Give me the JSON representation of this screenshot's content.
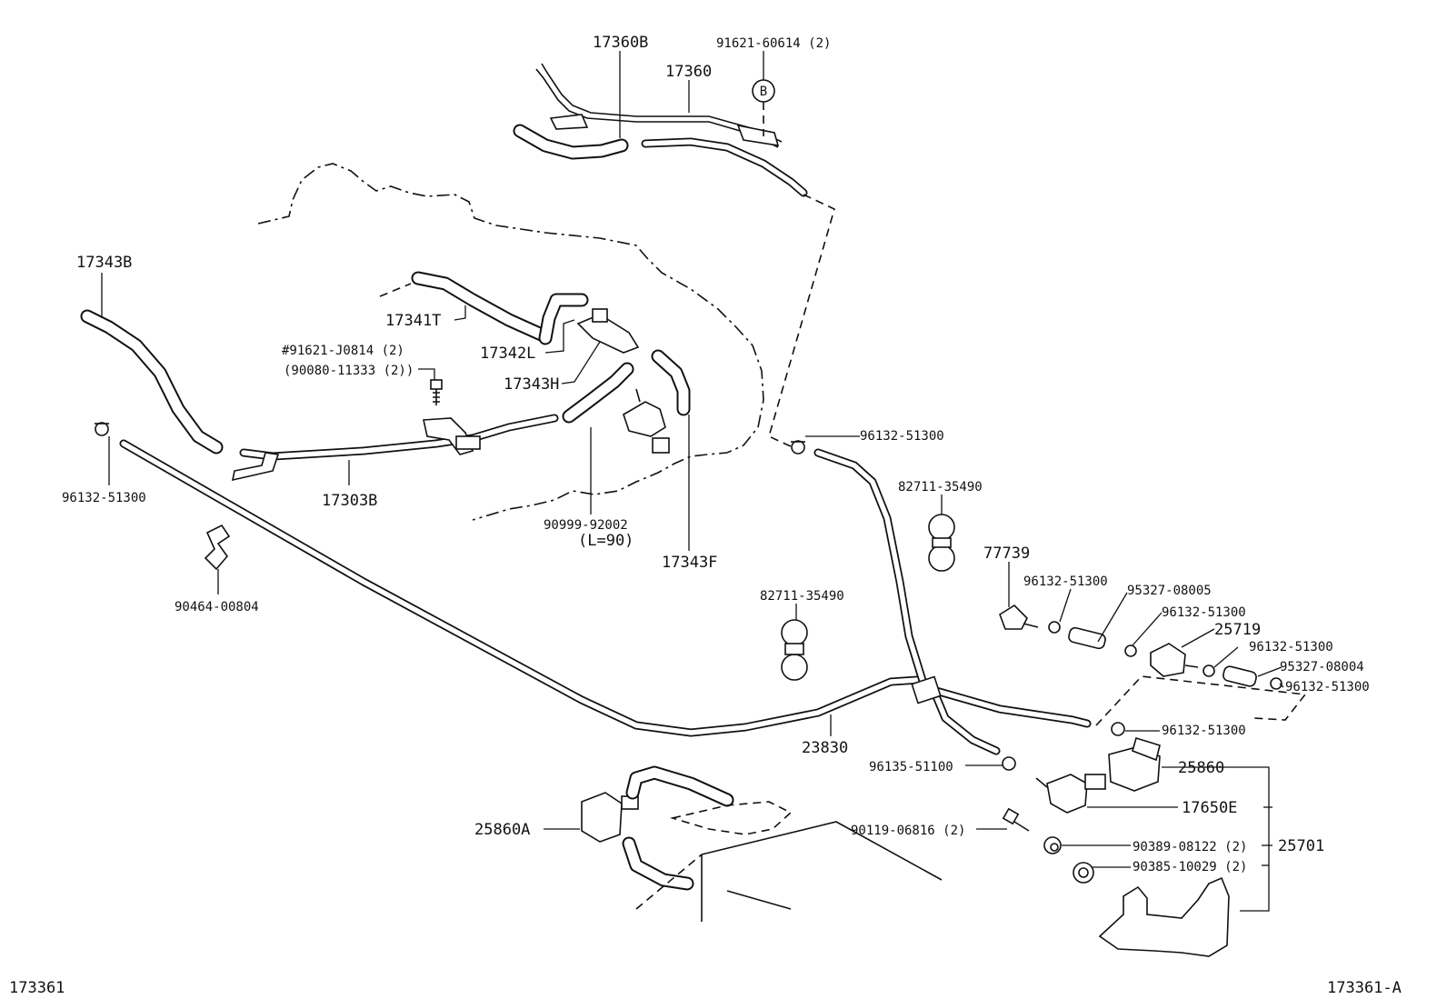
{
  "labels": {
    "p17360B": "17360B",
    "p17360": "17360",
    "p91621_60614": "91621-60614 (2)",
    "callout_b": "B",
    "p17343B": "17343B",
    "p17341T": "17341T",
    "p17342L": "17342L",
    "p17343H": "17343H",
    "p91621_J0814": "#91621-J0814 (2)",
    "p90080_11333": "(90080-11333 (2))",
    "p96132_51300_left": "96132-51300",
    "p17303B": "17303B",
    "p90999_92002": "90999-92002",
    "pL90": "(L=90)",
    "p17343F": "17343F",
    "p90464_00804": "90464-00804",
    "p96132_51300_top": "96132-51300",
    "p82711_35490_a": "82711-35490",
    "p82711_35490_b": "82711-35490",
    "p77739": "77739",
    "p96132_51300_a": "96132-51300",
    "p95327_08005": "95327-08005",
    "p96132_51300_b": "96132-51300",
    "p25719": "25719",
    "p96132_51300_c": "96132-51300",
    "p95327_08004": "95327-08004",
    "p96132_51300_d": "96132-51300",
    "p96132_51300_e": "96132-51300",
    "p23830": "23830",
    "p96135_51100": "96135-51100",
    "p25860": "25860",
    "p17650E": "17650E",
    "p25860A": "25860A",
    "p90119_06816": "90119-06816 (2)",
    "p90389_08122": "90389-08122 (2)",
    "p90385_10029": "90385-10029 (2)",
    "p25701": "25701",
    "footer_left": "173361",
    "footer_right": "173361-A"
  }
}
